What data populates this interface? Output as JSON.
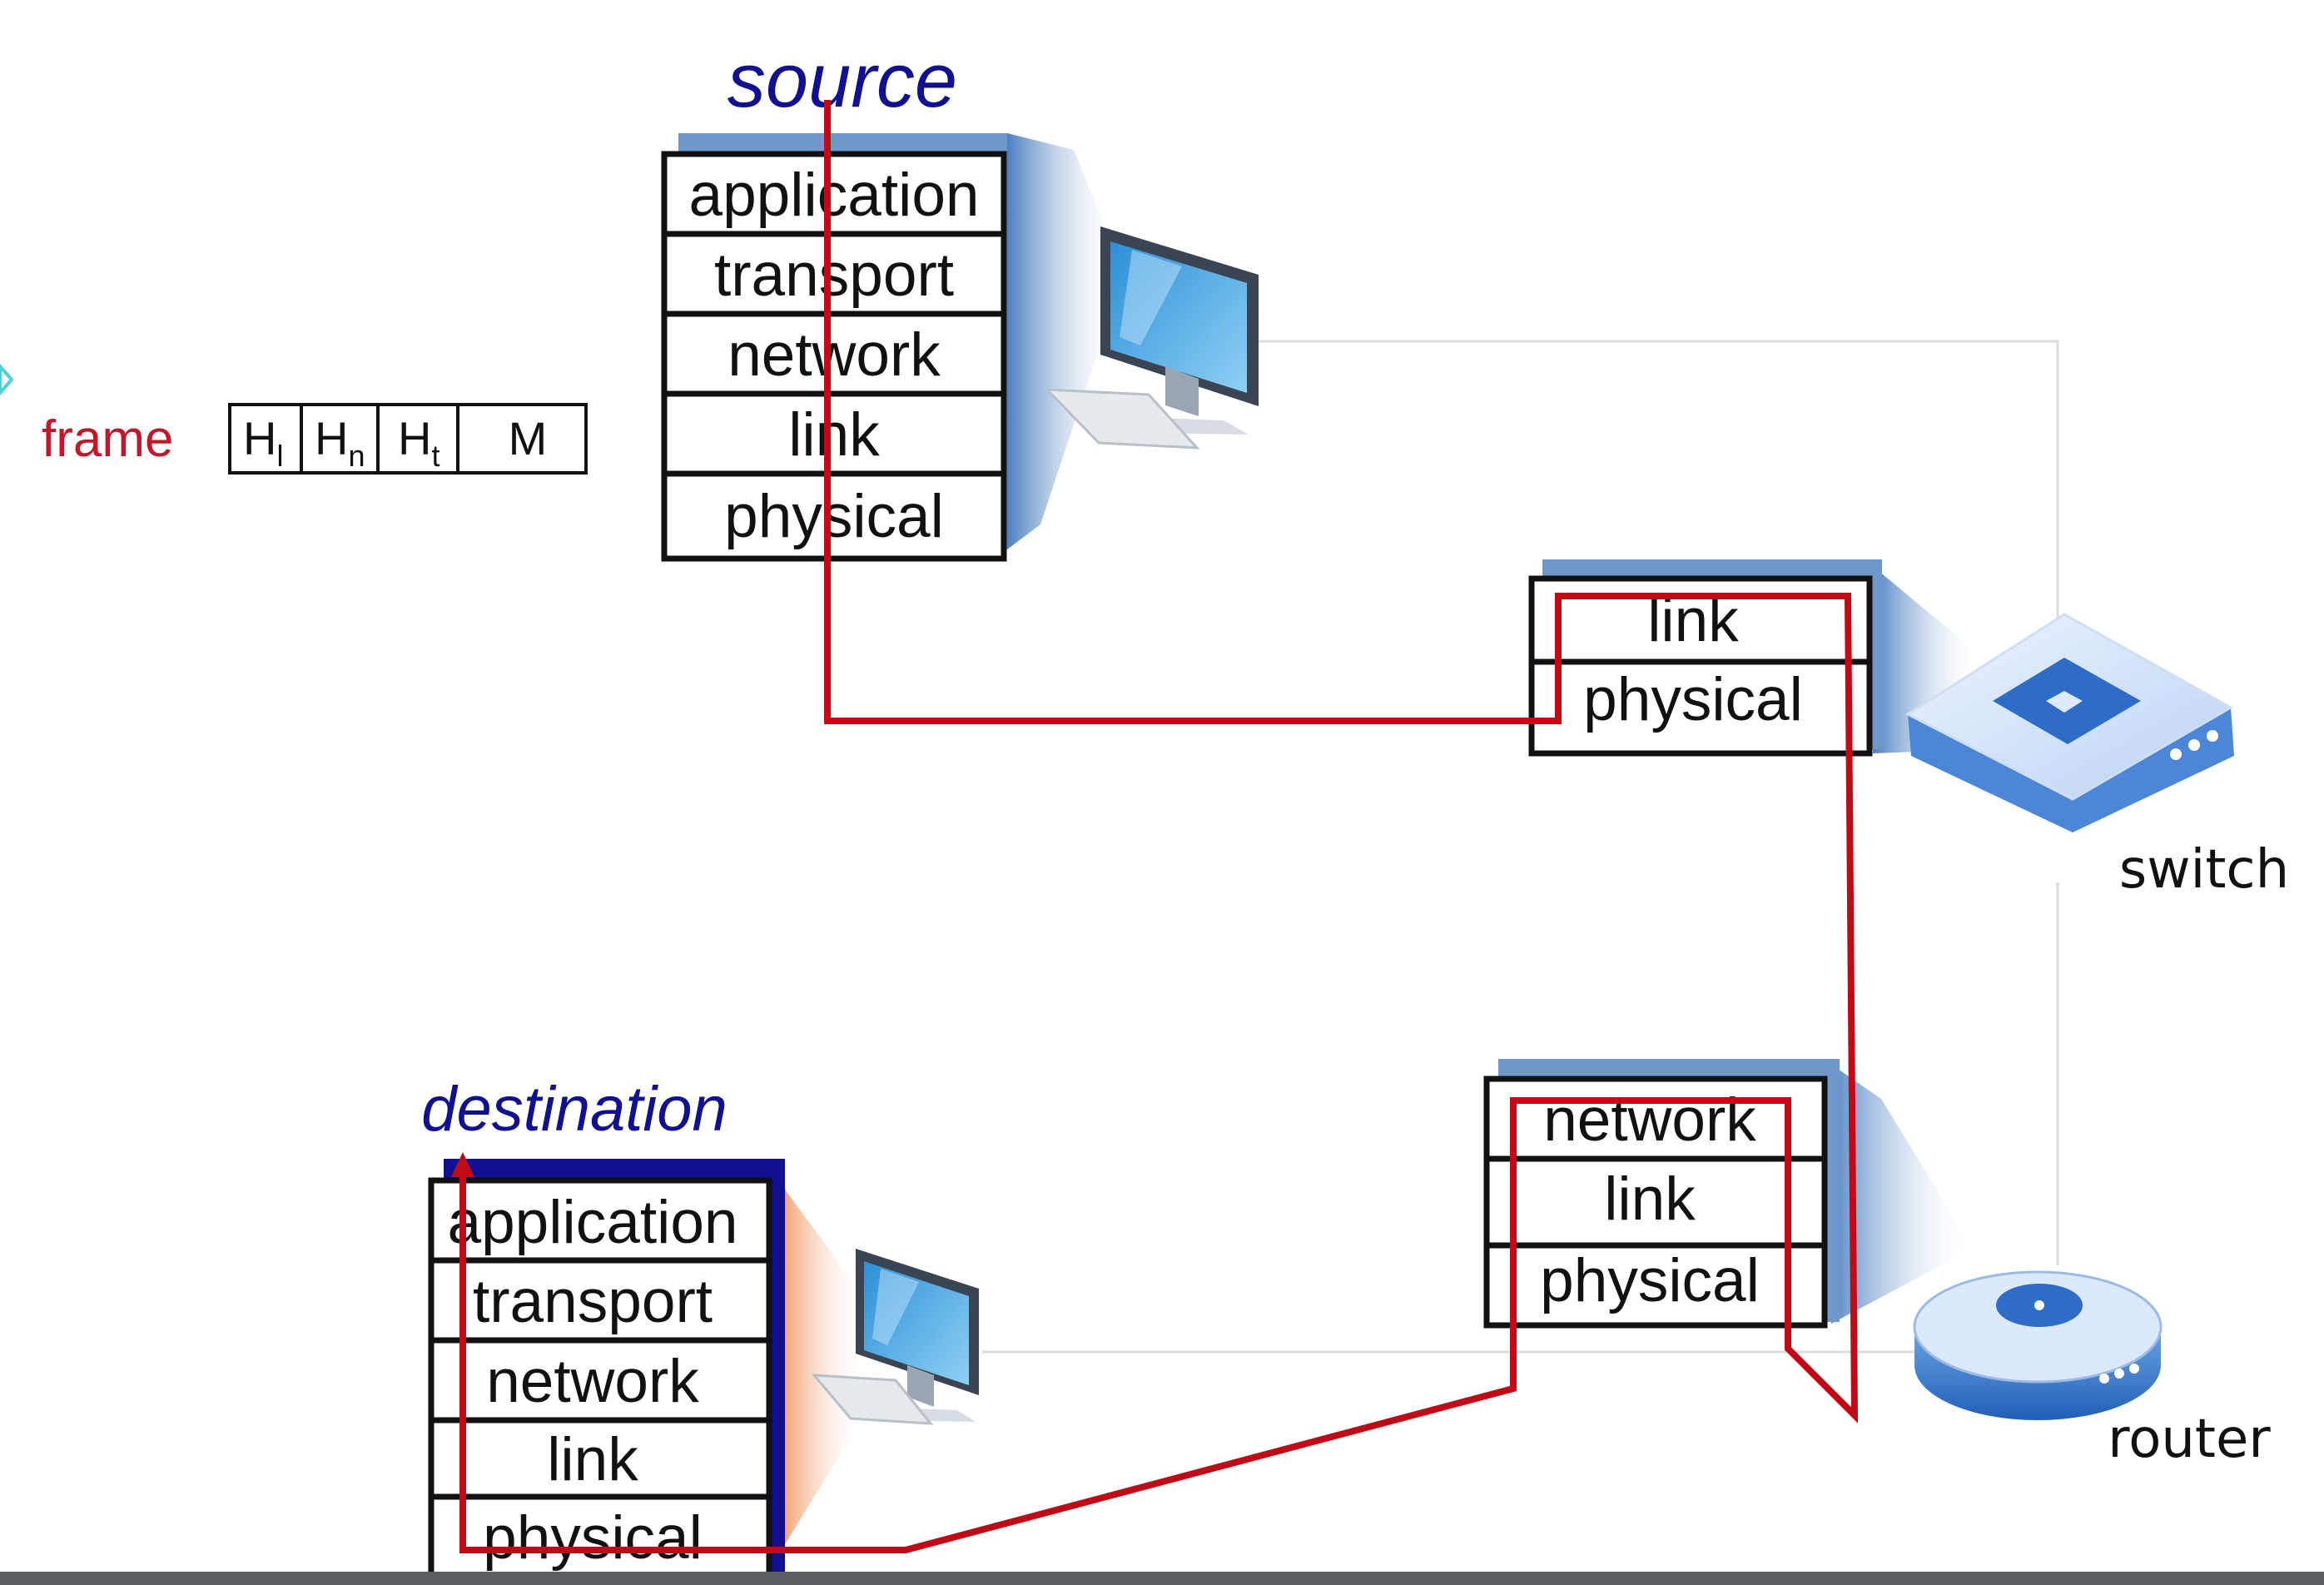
{
  "colors": {
    "title": "#101090",
    "path": "#c00a16",
    "frame_label": "#c0182a",
    "box_border": "#111111",
    "link_line": "#dcdcdc",
    "bottom_bar": "#5a5e63"
  },
  "source": {
    "title": "source",
    "layers": [
      "application",
      "transport",
      "network",
      "link",
      "physical"
    ]
  },
  "destination": {
    "title": "destination",
    "layers": [
      "application",
      "transport",
      "network",
      "link",
      "physical"
    ]
  },
  "switch": {
    "label": "switch",
    "layers": [
      "link",
      "physical"
    ]
  },
  "router": {
    "label": "router",
    "layers": [
      "network",
      "link",
      "physical"
    ]
  },
  "frame": {
    "label": "frame",
    "headers": [
      {
        "main": "H",
        "sub": "l"
      },
      {
        "main": "H",
        "sub": "n"
      },
      {
        "main": "H",
        "sub": "t"
      }
    ],
    "message": "M"
  },
  "icons": [
    "computer-icon",
    "switch-icon",
    "router-icon",
    "arrow-head-icon"
  ]
}
